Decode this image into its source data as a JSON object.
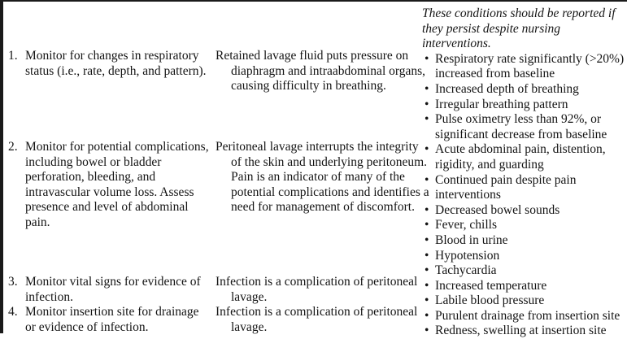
{
  "document": {
    "type": "clinical-care-plan-table",
    "columns": [
      "actions",
      "rationale",
      "reportable-conditions"
    ]
  },
  "actions": [
    {
      "number": "1.",
      "text": "Monitor for changes in respiratory status (i.e., rate, depth, and pattern)."
    },
    {
      "number": "2.",
      "text": "Monitor for potential complications, including bowel or bladder perforation, bleeding, and intravascular volume loss. Assess presence and level of abdominal pain."
    },
    {
      "number": "3.",
      "text": "Monitor vital signs for evidence of infection."
    },
    {
      "number": "4.",
      "text": "Monitor insertion site for drainage or evidence of infection."
    }
  ],
  "rationale": [
    "Retained lavage fluid puts pressure on diaphragm and intraabdominal organs, causing difficulty in breathing.",
    "Peritoneal lavage interrupts the integrity of the skin and underlying peritoneum. Pain is an indicator of many of the potential complications and identifies a need for management of discomfort.",
    "Infection is a complication of peritoneal lavage.",
    "Infection is a complication of peritoneal lavage."
  ],
  "reportable": {
    "intro": "These conditions should be reported if they persist despite nursing interventions.",
    "bullet_glyph": "•",
    "items": [
      "Respiratory rate significantly (>20%) increased from baseline",
      "Increased depth of breathing",
      "Irregular breathing pattern",
      "Pulse oximetry less than 92%, or significant decrease from baseline",
      "Acute abdominal pain, distention, rigidity, and guarding",
      "Continued pain despite pain interventions",
      "Decreased bowel sounds",
      "Fever, chills",
      "Blood in urine",
      "Hypotension",
      "Tachycardia",
      "Increased temperature",
      "Labile blood pressure",
      "Purulent drainage from insertion site",
      "Redness, swelling at insertion site"
    ]
  },
  "style": {
    "text_color": "#141414",
    "rule_color": "#1a1a1a",
    "background": "#ffffff"
  }
}
